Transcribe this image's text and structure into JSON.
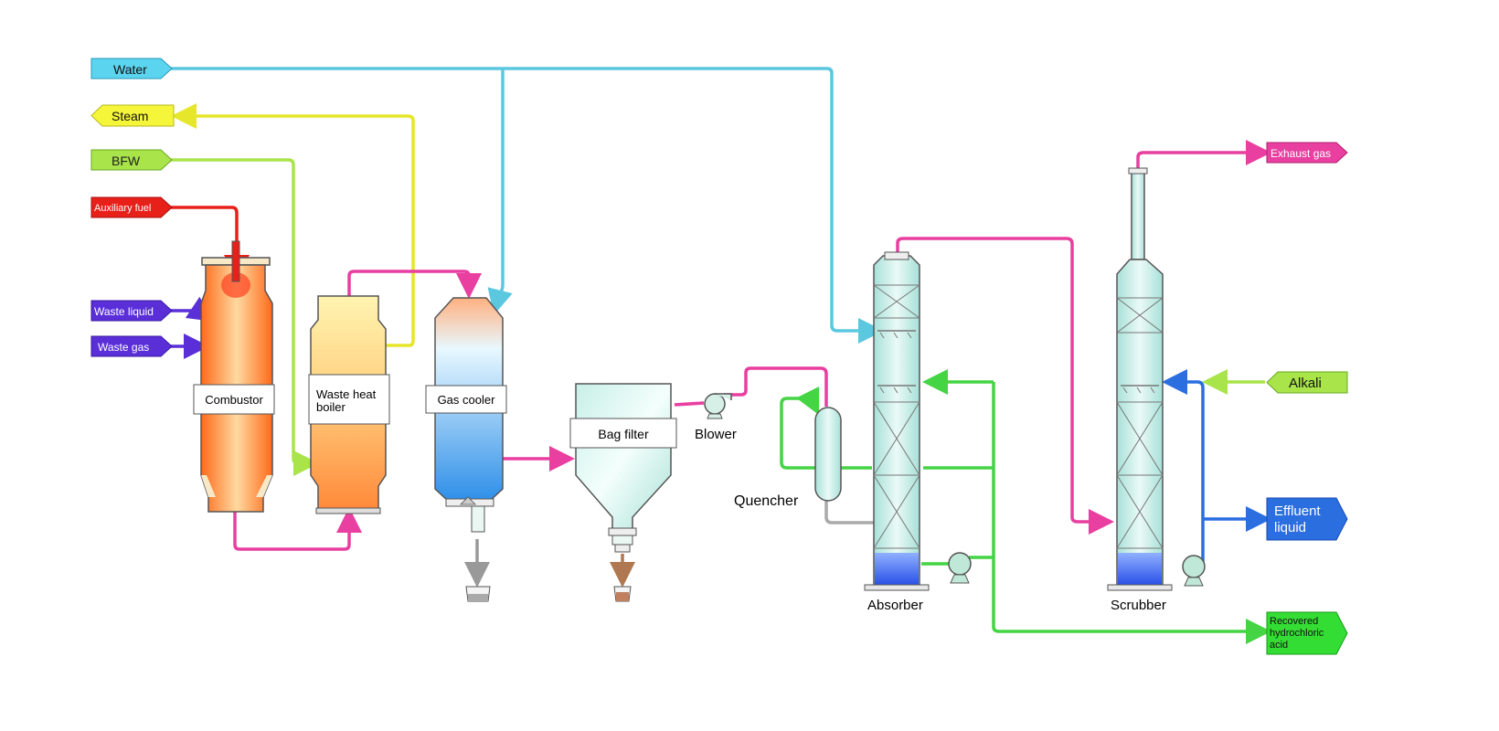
{
  "inputs": {
    "water": "Water",
    "steam": "Steam",
    "bfw": "BFW",
    "auxiliary_fuel": "Auxiliary fuel",
    "waste_liquid": "Waste liquid",
    "waste_gas": "Waste gas",
    "alkali": "Alkali"
  },
  "outputs": {
    "exhaust_gas": "Exhaust gas",
    "effluent_line1": "Effluent",
    "effluent_line2": "liquid",
    "hcl_line1": "Recovered",
    "hcl_line2": "hydrochloric",
    "hcl_line3": "acid"
  },
  "equipment": {
    "combustor": "Combustor",
    "waste_heat_boiler_line1": "Waste heat",
    "waste_heat_boiler_line2": "boiler",
    "gas_cooler": "Gas cooler",
    "bag_filter": "Bag filter",
    "blower": "Blower",
    "quencher": "Quencher",
    "absorber": "Absorber",
    "scrubber": "Scrubber"
  },
  "colors": {
    "water": "#5bc8e0",
    "steam": "#f5f53a",
    "bfw": "#a8e44a",
    "fuel": "#e8201a",
    "waste": "#5a2fd8",
    "gas_line": "#e83fa0",
    "recycle": "#44d444",
    "effluent": "#2a6ee0",
    "hcl": "#33dd33"
  }
}
